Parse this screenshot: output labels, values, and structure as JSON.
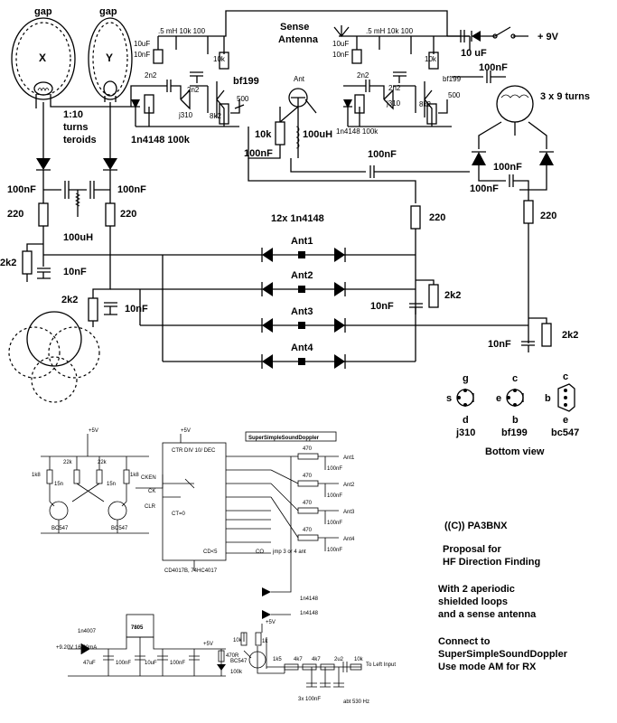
{
  "loops": {
    "gap_x": "gap",
    "gap_y": "gap",
    "x": "X",
    "y": "Y",
    "ratio_1": "1:10",
    "ratio_2": "turns",
    "ratio_3": "teroids",
    "diode_res": "1n4148 100k"
  },
  "sense": {
    "title_1": "Sense",
    "title_2": "Antenna",
    "supply": "+ 9V",
    "cap_10u": "10 uF",
    "ant": "Ant",
    "inductor": "100uH",
    "res": "10k",
    "turns": "3 x 9 turns",
    "bf199": "bf199",
    "pot": "500",
    "top_values_a": ".5 mH 10k 100",
    "top_values_b": ".5 mH 10k 100",
    "c10uf_a": "10uF",
    "c10nf_a": "10nF",
    "c10uf_b": "10uF",
    "c10nf_b": "10nF",
    "c2n2_a1": "2n2",
    "c2n2_a2": "2n2",
    "c2n2_b1": "2n2",
    "c2n2_b2": "2n2",
    "j310_a": "j310",
    "j310_b": "j310",
    "r8k2_a": "8k2",
    "r8k2_b": "8k2",
    "r10k_a": "10k",
    "r10k_b": "10k",
    "bf199_b": "bf199",
    "pot_b": "500",
    "diode_b": "1n4148  100k",
    "c100nf_top": "100nF"
  },
  "network": {
    "c100nf_1": "100nF",
    "c100nf_2": "100nF",
    "c100nf_3": "100nF",
    "c100nf_4": "100nF",
    "c100nf_5": "100nF",
    "c100nf_6": "100nF",
    "r220_1": "220",
    "r220_2": "220",
    "r220_3": "220",
    "r220_4": "220",
    "l100uh": "100uH",
    "r2k2_1": "2k2",
    "r2k2_2": "2k2",
    "r2k2_3": "2k2",
    "r2k2_4": "2k2",
    "c10nf_1": "10nF",
    "c10nf_2": "10nF",
    "c10nf_3": "10nF",
    "c10nf_4": "10nF",
    "diodes": "12x 1n4148",
    "ant1": "Ant1",
    "ant2": "Ant2",
    "ant3": "Ant3",
    "ant4": "Ant4"
  },
  "pinout": {
    "title": "Bottom view",
    "j310_g": "g",
    "j310_s": "s",
    "j310_d": "d",
    "j310": "j310",
    "bf199_c": "c",
    "bf199_e": "e",
    "bf199_b": "b",
    "bf199": "bf199",
    "bc547_c": "c",
    "bc547_b": "b",
    "bc547_e": "e",
    "bc547": "bc547"
  },
  "doppler": {
    "box_title": "SuperSimpleSoundDoppler",
    "ic_title": "CTR DIV 10/ DEC",
    "ic_part": "CD4017B, 74HC4017",
    "plus5v_a": "+5V",
    "plus5v_b": "+5V",
    "plus5v_c": "+5V",
    "plus5v_d": "+5V",
    "r22k_a": "22k",
    "r22k_b": "22k",
    "r1k8_a": "1k8",
    "r1k8_b": "1k8",
    "c15n_a": "15n",
    "c15n_b": "15n",
    "bc547_a": "BC547",
    "bc547_b": "BC547",
    "bc547_c": "BC547",
    "cken": "CKEN",
    "ck": "CK",
    "clr": "CLR",
    "ct0": "CT=0",
    "cd5": "CD<5",
    "co": "CO",
    "jmp": "jmp 3 or 4 ant",
    "out1": "Ant1",
    "out2": "Ant2",
    "out3": "Ant3",
    "out4": "Ant4",
    "r470_1": "470",
    "r470_2": "470",
    "r470_3": "470",
    "r470_4": "470",
    "c100nf_1": "100nF",
    "c100nf_2": "100nF",
    "c100nf_3": "100nF",
    "c100nf_4": "100nF",
    "d1n4148_a": "1n4148",
    "d1n4148_b": "1n4148",
    "supply": "+9.20V 16-20mA",
    "d1n4007": "1n4007",
    "reg": "7805",
    "c47uf": "47uF",
    "c100nf_p1": "100nF",
    "c10uf_p": "10uF",
    "c100nf_p2": "100nF",
    "r470r": "470R",
    "r10k": "10k",
    "r1k": "1k",
    "r100k": "100k",
    "r1k5": "1k5",
    "r4k7_a": "4k7",
    "r4k7_b": "4k7",
    "c2u2": "2u2",
    "r10k_b": "10k",
    "caps": "3x 100nF",
    "freq": "abt 530 Hz",
    "left_input": "To Left Input"
  },
  "notes": {
    "copyright": "((C)) PA3BNX",
    "line1": "Proposal for",
    "line2": "HF Direction Finding",
    "line3": "With 2 aperiodic",
    "line4": "shielded loops",
    "line5": "and a sense antenna",
    "line6": "Connect to",
    "line7": "SuperSimpleSoundDoppler",
    "line8": "Use mode AM for RX"
  }
}
